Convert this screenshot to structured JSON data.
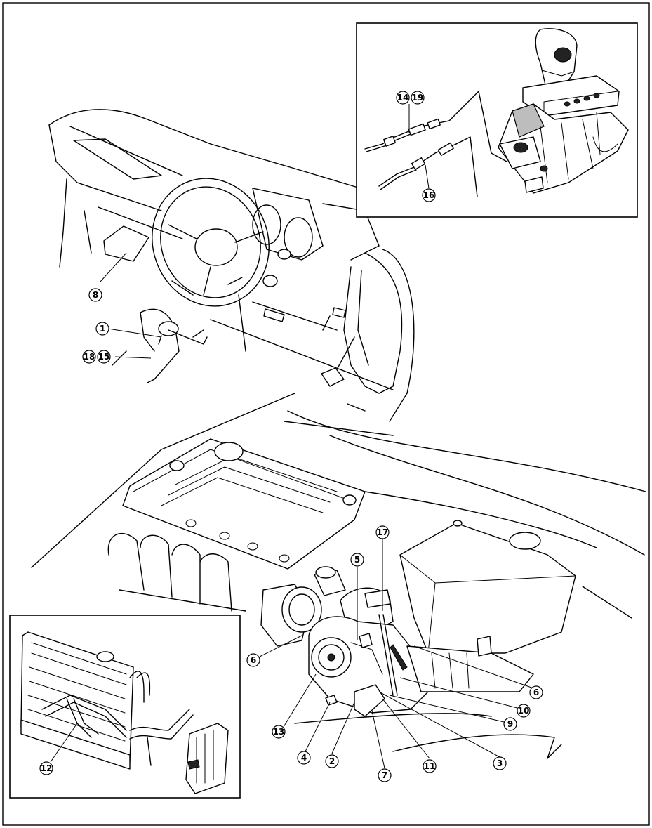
{
  "callouts": {
    "c1": "1",
    "c2": "2",
    "c3": "3",
    "c4": "4",
    "c5": "5",
    "c6a": "6",
    "c6b": "6",
    "c7": "7",
    "c8": "8",
    "c9": "9",
    "c10": "10",
    "c11": "11",
    "c12": "12",
    "c13": "13",
    "c14": "14",
    "c15": "15",
    "c16": "16",
    "c17": "17",
    "c18": "18",
    "c19": "19"
  },
  "colors": {
    "line": "#000000",
    "background": "#ffffff",
    "shade": "#bdbdbd"
  }
}
